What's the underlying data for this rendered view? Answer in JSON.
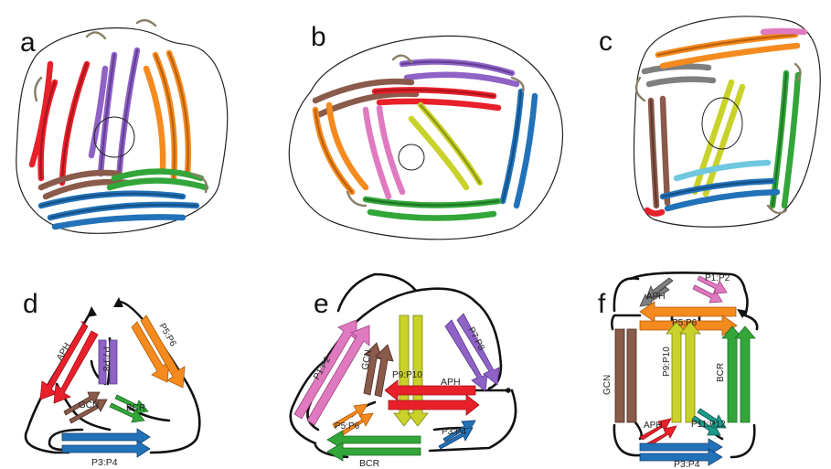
{
  "figure": {
    "panels": [
      {
        "letter": "a",
        "kind": "structure"
      },
      {
        "letter": "b",
        "kind": "structure"
      },
      {
        "letter": "c",
        "kind": "structure"
      },
      {
        "letter": "d",
        "kind": "topology"
      },
      {
        "letter": "e",
        "kind": "topology"
      },
      {
        "letter": "f",
        "kind": "topology"
      }
    ],
    "colors": {
      "red": "#e8202a",
      "purple": "#8f62c6",
      "orange": "#f58a1f",
      "brown": "#8a5a4a",
      "green": "#33a63a",
      "blue": "#2272b9",
      "pink": "#e07ac0",
      "yellow": "#c9d22a",
      "gray": "#7f7f7f",
      "teal": "#1b9a8a",
      "lightblue": "#6fc8e0"
    },
    "panel_d": {
      "labels": {
        "aph": "APH",
        "p7p8": "P7:P8",
        "p5p6": "P5:P6",
        "gcn": "GCN",
        "bcr": "BCR",
        "p3p4": "P3:P4"
      }
    },
    "panel_e": {
      "labels": {
        "p1p2": "P1:P2",
        "gcn": "GCN",
        "p9p10": "P9:P10",
        "p7p8": "P7:P8",
        "aph": "APH",
        "p5p6": "P5:P6",
        "p3p4": "P3:P4",
        "bcr": "BCR"
      }
    },
    "panel_f": {
      "labels": {
        "aph_top": "APH",
        "p1p2": "P1:P2",
        "p5p6": "P5:P6",
        "gcn": "GCN",
        "p9p10": "P9:P10",
        "bcr": "BCR",
        "aph_bottom": "APH",
        "p11p12": "P11:P12",
        "p3p4": "P3:P4"
      }
    }
  }
}
